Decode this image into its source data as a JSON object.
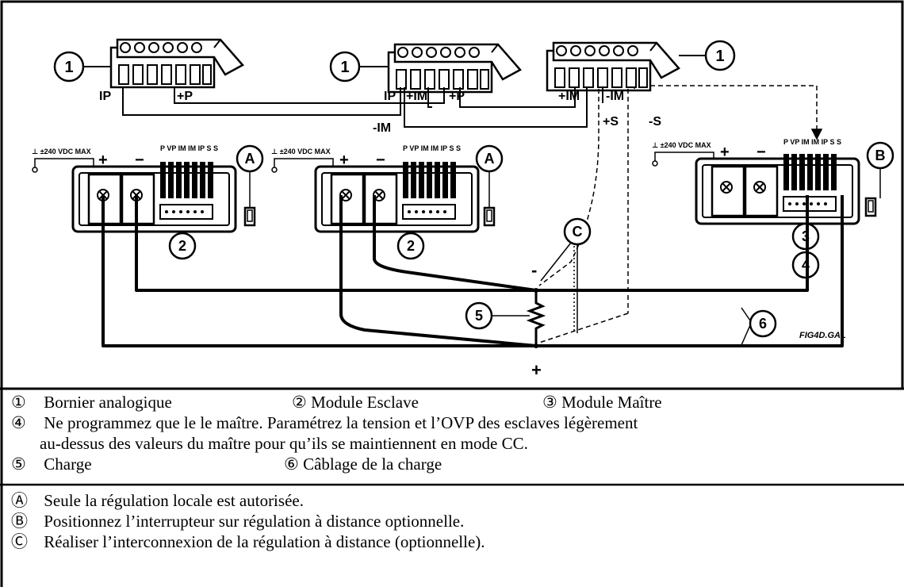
{
  "diagram": {
    "callouts": {
      "num1": "1",
      "num2": "2",
      "num3": "3",
      "num4": "4",
      "num5": "5",
      "num6": "6",
      "letA": "A",
      "letB": "B",
      "letC": "C"
    },
    "labels": {
      "ip": "IP",
      "ip_plus": "+P",
      "plus_im": "+IM",
      "minus_im": "-IM",
      "plus_s": "+S",
      "minus_s": "-S",
      "minus_sign": "-",
      "plus_sign": "+",
      "module_plus": "+",
      "module_minus": "−",
      "vdc_max": "⊥ ±240 VDC MAX",
      "term_header": "P VP IM IM IP S S",
      "fig_id": "FIG4D.GAL"
    }
  },
  "legend": {
    "top": {
      "r1": [
        {
          "sym": "①",
          "text": "Bornier analogique"
        },
        {
          "sym": "②",
          "text": "Module Esclave"
        },
        {
          "sym": "③",
          "text": "Module Maître"
        }
      ],
      "r2": {
        "sym": "④",
        "text": "Ne programmez que le le maître. Paramétrez la tension et l’OVP des esclaves légèrement"
      },
      "r3": {
        "text": "au-dessus des valeurs du maître pour qu’ils se maintiennent en mode CC."
      },
      "r4": [
        {
          "sym": "⑤",
          "text": "Charge"
        },
        {
          "sym": "⑥",
          "text": "Câblage de la charge"
        }
      ]
    },
    "bottom": [
      {
        "sym": "Ⓐ",
        "text": "Seule la régulation locale est autorisée."
      },
      {
        "sym": "Ⓑ",
        "text": "Positionnez l’interrupteur sur régulation à distance optionnelle."
      },
      {
        "sym": "Ⓒ",
        "text": "Réaliser l’interconnexion de la régulation à distance (optionnelle)."
      }
    ]
  }
}
